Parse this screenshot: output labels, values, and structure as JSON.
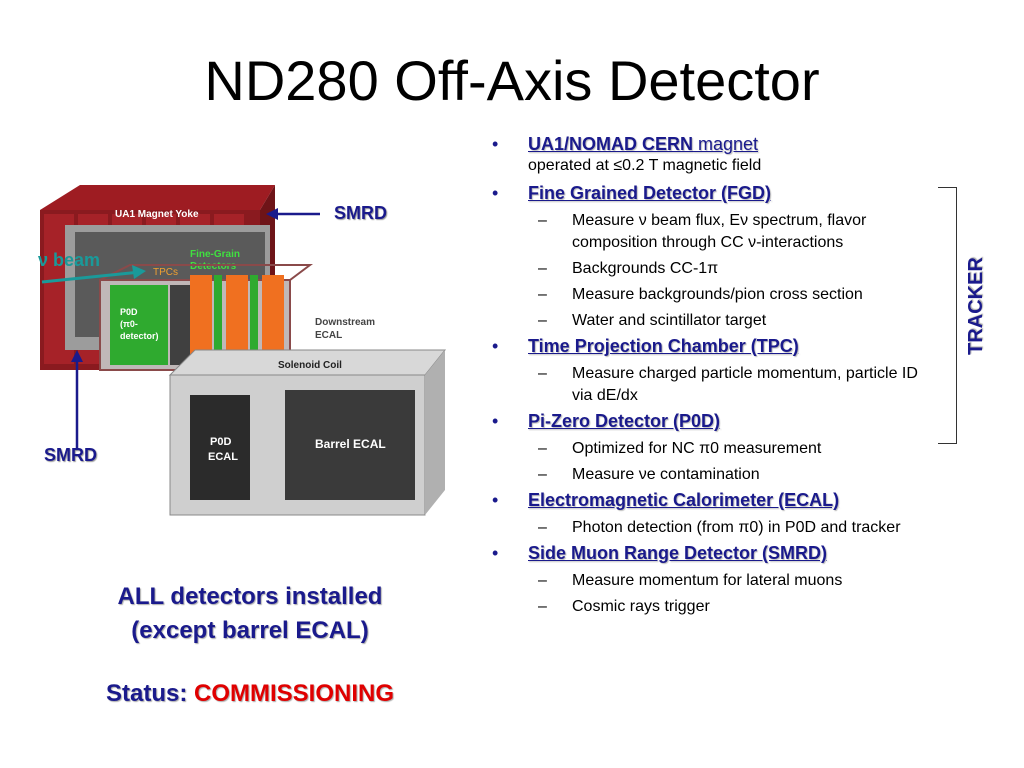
{
  "title": "ND280 Off-Axis Detector",
  "diagram": {
    "labels": {
      "yoke": "UA1 Magnet Yoke",
      "tpcs": "TPCs",
      "fgd": "Fine-Grain Detectors",
      "p0d_small": "P0D (π0-detector)",
      "downstream_ecal": "Downstream ECAL",
      "solenoid": "Solenoid Coil",
      "p0d_ecal": "P0D ECAL",
      "barrel_ecal": "Barrel ECAL"
    },
    "smrd_top": "SMRD",
    "smrd_left": "SMRD",
    "beam": "ν beam"
  },
  "caption_line1": "ALL detectors installed",
  "caption_line2": "(except barrel ECAL)",
  "status_label": "Status: ",
  "status_value": "COMMISSIONING",
  "tracker_label": "TRACKER",
  "bullets": [
    {
      "head_bold": "UA1/NOMAD CERN",
      "head_plain": " magnet",
      "note": "operated at ≤0.2 T magnetic field",
      "subs": []
    },
    {
      "head_bold": "Fine Grained Detector (FGD)",
      "head_plain": "",
      "note": "",
      "subs": [
        "Measure ν beam flux, Eν spectrum, flavor composition through CC ν-interactions",
        "Backgrounds CC-1π",
        "Measure backgrounds/pion cross section",
        "Water and scintillator target"
      ]
    },
    {
      "head_bold": "Time Projection Chamber (TPC)",
      "head_plain": "",
      "note": "",
      "subs": [
        "Measure charged particle momentum, particle ID via dE/dx"
      ]
    },
    {
      "head_bold": "Pi-Zero Detector (P0D)",
      "head_plain": "",
      "note": "",
      "subs": [
        "Optimized for NC π0 measurement",
        "Measure νe contamination"
      ]
    },
    {
      "head_bold": "Electromagnetic Calorimeter (ECAL)",
      "head_plain": "",
      "note": "",
      "subs": [
        "Photon detection (from π0) in P0D and tracker"
      ]
    },
    {
      "head_bold": "Side Muon Range Detector (SMRD)",
      "head_plain": "",
      "note": "",
      "subs": [
        "Measure momentum for lateral muons",
        "Cosmic rays trigger"
      ]
    }
  ]
}
